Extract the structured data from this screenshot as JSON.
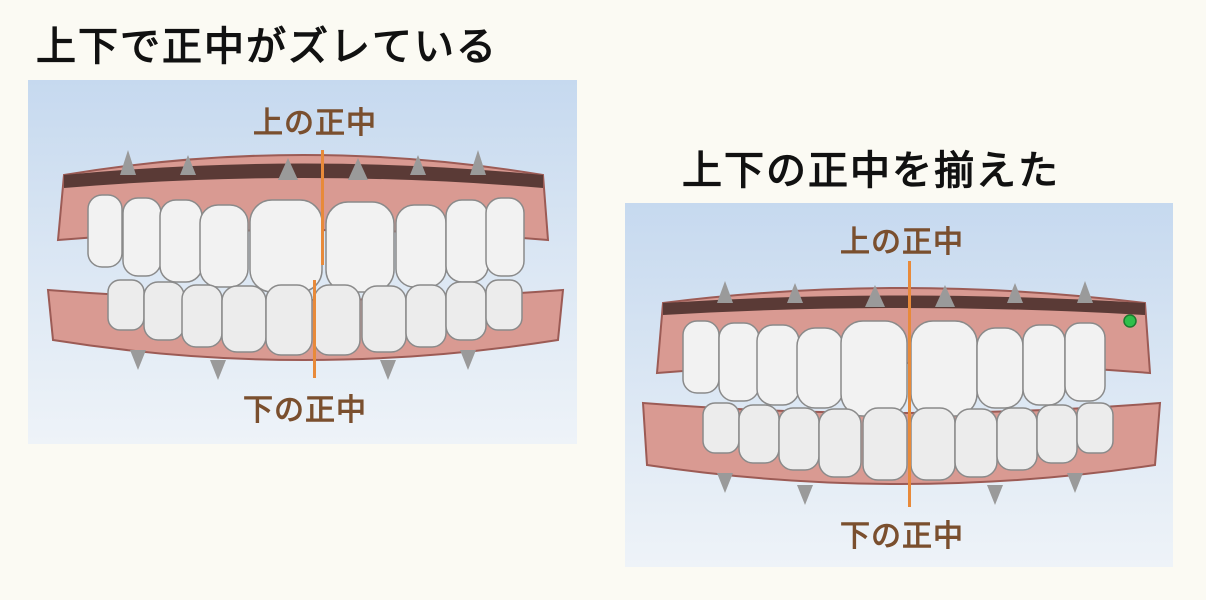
{
  "left_panel": {
    "title": "上下で正中がズレている",
    "upper_midline_label": "上の正中",
    "lower_midline_label": "下の正中"
  },
  "right_panel": {
    "title": "上下の正中を揃えた",
    "upper_midline_label": "上の正中",
    "lower_midline_label": "下の正中"
  },
  "colors": {
    "background": "#fbfaf3",
    "midline": "#e88a3a",
    "label_text": "#7a4f2e",
    "gum": "#d99a92",
    "tooth": "#f2f2f2"
  }
}
